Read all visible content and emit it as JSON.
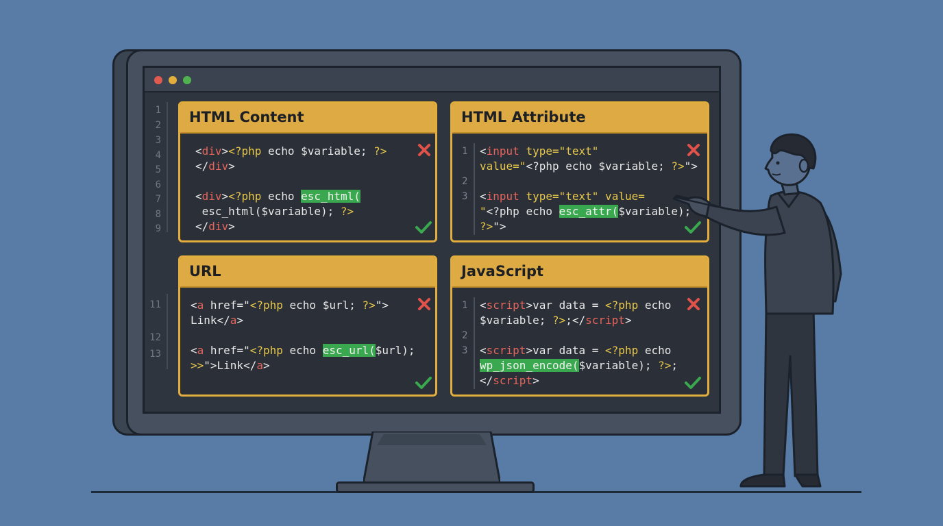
{
  "gutter_lines": [
    "1",
    "2",
    "3",
    "4",
    "5",
    "6",
    "7",
    "8",
    "9",
    "11",
    "12",
    "13"
  ],
  "panels": {
    "html_content": {
      "title": "HTML Content",
      "lines": [
        {
          "tokens": [
            {
              "t": "<",
              "c": ""
            },
            {
              "t": "div",
              "c": "t"
            },
            {
              "t": ">",
              "c": ""
            },
            {
              "t": "<?php",
              "c": "k"
            },
            {
              "t": " echo $variable; ",
              "c": ""
            },
            {
              "t": "?>",
              "c": "k"
            }
          ]
        },
        {
          "tokens": [
            {
              "t": "</",
              "c": ""
            },
            {
              "t": "div",
              "c": "t"
            },
            {
              "t": ">",
              "c": ""
            }
          ]
        },
        {
          "tokens": []
        },
        {
          "tokens": [
            {
              "t": "<",
              "c": ""
            },
            {
              "t": "div",
              "c": "t"
            },
            {
              "t": ">",
              "c": ""
            },
            {
              "t": "<?php",
              "c": "k"
            },
            {
              "t": " echo ",
              "c": ""
            },
            {
              "t": "esc_html(",
              "c": "hl"
            }
          ]
        },
        {
          "tokens": [
            {
              "t": " esc_html($variable); ",
              "c": ""
            },
            {
              "t": "?>",
              "c": "k"
            }
          ]
        },
        {
          "tokens": [
            {
              "t": "</",
              "c": ""
            },
            {
              "t": "div",
              "c": "t"
            },
            {
              "t": ">",
              "c": ""
            }
          ]
        }
      ]
    },
    "html_attribute": {
      "title": "HTML Attribute",
      "line_numbers": [
        "1",
        "2",
        "3"
      ],
      "lines": [
        {
          "tokens": [
            {
              "t": "<",
              "c": ""
            },
            {
              "t": "input",
              "c": "t"
            },
            {
              "t": " ",
              "c": ""
            },
            {
              "t": "type=\"text\"",
              "c": "k"
            }
          ]
        },
        {
          "tokens": [
            {
              "t": "value=\"",
              "c": "k"
            },
            {
              "t": "<?php echo $variable; ",
              "c": ""
            },
            {
              "t": "?>",
              "c": "k"
            },
            {
              "t": "\">",
              "c": ""
            }
          ]
        },
        {
          "tokens": []
        },
        {
          "tokens": [
            {
              "t": "<",
              "c": ""
            },
            {
              "t": "input",
              "c": "t"
            },
            {
              "t": " ",
              "c": ""
            },
            {
              "t": "type=\"text\"",
              "c": "k"
            },
            {
              "t": " value=",
              "c": "k"
            }
          ]
        },
        {
          "tokens": [
            {
              "t": "\"",
              "c": "k"
            },
            {
              "t": "<?php echo ",
              "c": ""
            },
            {
              "t": "esc_attr(",
              "c": "hl"
            },
            {
              "t": "$variable);",
              "c": ""
            }
          ]
        },
        {
          "tokens": [
            {
              "t": "?>",
              "c": "k"
            },
            {
              "t": "\">",
              "c": ""
            }
          ]
        }
      ]
    },
    "url": {
      "title": "URL",
      "lines": [
        {
          "tokens": [
            {
              "t": "<",
              "c": ""
            },
            {
              "t": "a",
              "c": "t"
            },
            {
              "t": " href=\"",
              "c": ""
            },
            {
              "t": "<?php",
              "c": "k"
            },
            {
              "t": " echo $url; ",
              "c": ""
            },
            {
              "t": "?>",
              "c": "k"
            },
            {
              "t": "\">",
              "c": ""
            }
          ]
        },
        {
          "tokens": [
            {
              "t": "Link</",
              "c": ""
            },
            {
              "t": "a",
              "c": "t"
            },
            {
              "t": ">",
              "c": ""
            }
          ]
        },
        {
          "tokens": []
        },
        {
          "tokens": [
            {
              "t": "<",
              "c": ""
            },
            {
              "t": "a",
              "c": "t"
            },
            {
              "t": " href=\"",
              "c": ""
            },
            {
              "t": "<?php",
              "c": "k"
            },
            {
              "t": " echo ",
              "c": ""
            },
            {
              "t": "esc_url(",
              "c": "hl"
            },
            {
              "t": "$url);",
              "c": ""
            }
          ]
        },
        {
          "tokens": [
            {
              "t": ">>",
              "c": "k"
            },
            {
              "t": "\">Link</",
              "c": ""
            },
            {
              "t": "a",
              "c": "t"
            },
            {
              "t": ">",
              "c": ""
            }
          ]
        }
      ]
    },
    "javascript": {
      "title": "JavaScript",
      "line_numbers": [
        "1",
        "2",
        "3"
      ],
      "lines": [
        {
          "tokens": [
            {
              "t": "<",
              "c": ""
            },
            {
              "t": "script",
              "c": "t"
            },
            {
              "t": ">var data = ",
              "c": ""
            },
            {
              "t": "<?php",
              "c": "k"
            },
            {
              "t": " echo",
              "c": ""
            }
          ]
        },
        {
          "tokens": [
            {
              "t": "$variable; ",
              "c": ""
            },
            {
              "t": "?>",
              "c": "k"
            },
            {
              "t": ";</",
              "c": ""
            },
            {
              "t": "script",
              "c": "t"
            },
            {
              "t": ">",
              "c": ""
            }
          ]
        },
        {
          "tokens": []
        },
        {
          "tokens": [
            {
              "t": "<",
              "c": ""
            },
            {
              "t": "script",
              "c": "t"
            },
            {
              "t": ">var data = ",
              "c": ""
            },
            {
              "t": "<?php",
              "c": "k"
            },
            {
              "t": " echo",
              "c": ""
            }
          ]
        },
        {
          "tokens": [
            {
              "t": "wp_json_encode(",
              "c": "hl"
            },
            {
              "t": "$variable); ",
              "c": ""
            },
            {
              "t": "?>",
              "c": "k"
            },
            {
              "t": ";",
              "c": ""
            }
          ]
        },
        {
          "tokens": [
            {
              "t": "</",
              "c": ""
            },
            {
              "t": "script",
              "c": "t"
            },
            {
              "t": ">",
              "c": ""
            }
          ]
        }
      ]
    }
  },
  "colors": {
    "background": "#587ca5",
    "panel_header": "#deaa43",
    "wrong_mark": "#e0524a",
    "correct_mark": "#3aa84f",
    "highlight": "#3aa84f"
  },
  "icons": {
    "wrong": "x-mark-icon",
    "correct": "check-mark-icon"
  }
}
